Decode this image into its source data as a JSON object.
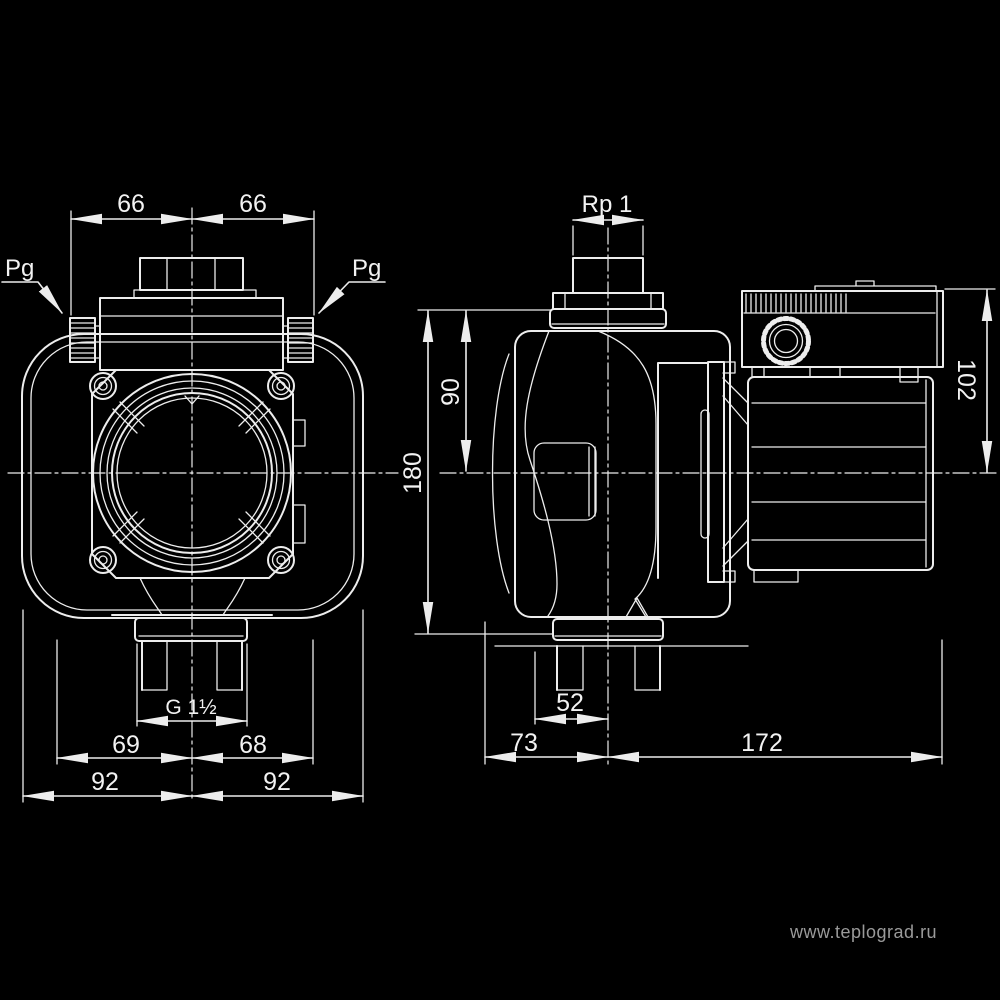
{
  "line_color": "#ededed",
  "text_color": "#f2f2f2",
  "background": "#000000",
  "watermark": {
    "text": "www.teplograd.ru",
    "color": "#9a9a9a"
  },
  "front_view": {
    "title": "pump front view",
    "dim_top_left": "66",
    "dim_top_right": "66",
    "label_gland_left": "Pg",
    "label_gland_right": "Pg",
    "dim_thread": "G 1½",
    "dim_bottom_left": "69",
    "dim_bottom_right": "68",
    "dim_overall_left": "92",
    "dim_overall_right": "92"
  },
  "side_view": {
    "title": "pump side view",
    "dim_port_thread": "Rp 1",
    "dim_axis_height": "90",
    "dim_total_height": "180",
    "dim_motor_height": "102",
    "dim_port_offset": "52",
    "dim_front_depth": "73",
    "dim_motor_depth": "172"
  }
}
